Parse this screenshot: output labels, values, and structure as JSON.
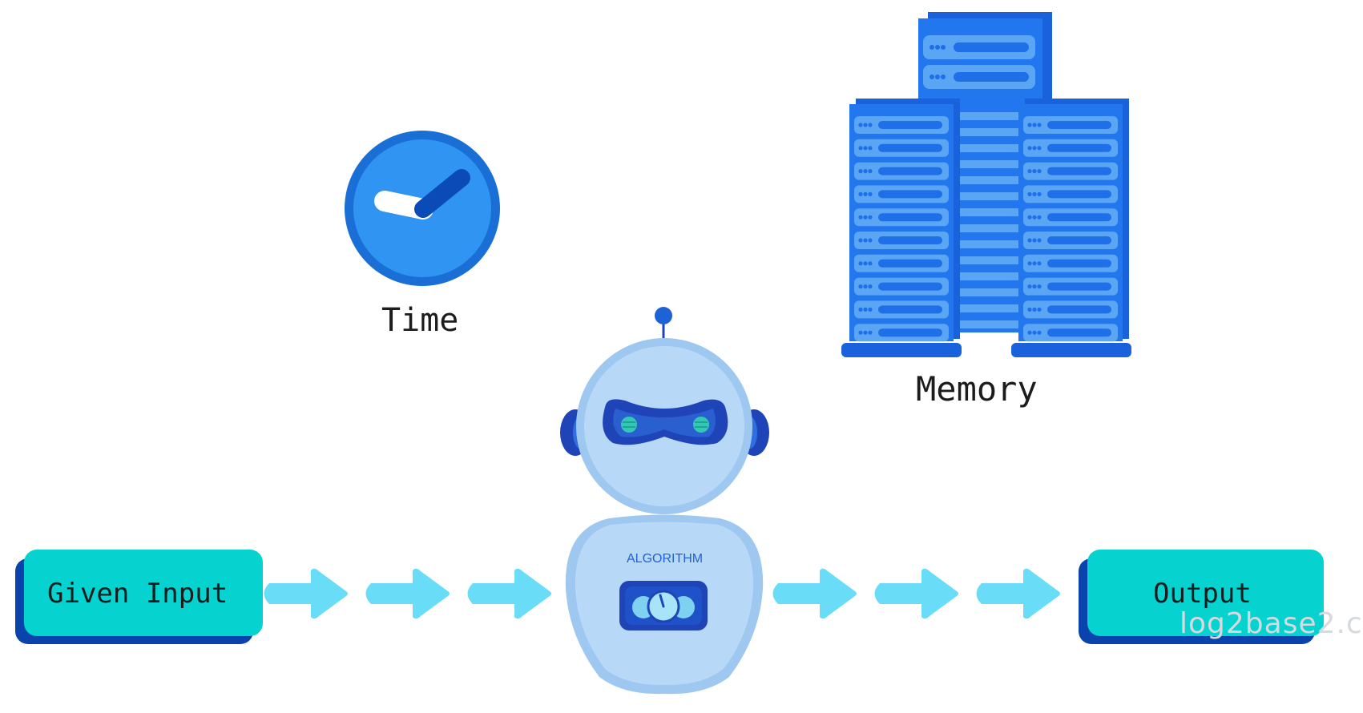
{
  "labels": {
    "time": "Time",
    "memory": "Memory",
    "input": "Given Input",
    "output": "Output",
    "algorithm": "ALGORITHM",
    "watermark": "log2base2.c"
  },
  "icons": {
    "clock": "clock-icon",
    "servers": "server-rack-icon",
    "robot": "robot-icon",
    "arrow": "arrow-right-icon"
  },
  "colors": {
    "clock_blue": "#2f94f2",
    "clock_dark": "#1a6fd6",
    "server_blue": "#1e6fe8",
    "server_light": "#5aa6f5",
    "robot_light": "#b5d6f6",
    "robot_dark": "#1f44b8",
    "box_teal": "#06d2cf",
    "box_shadow": "#0a43ab",
    "arrow_cyan": "#69dcf7"
  }
}
